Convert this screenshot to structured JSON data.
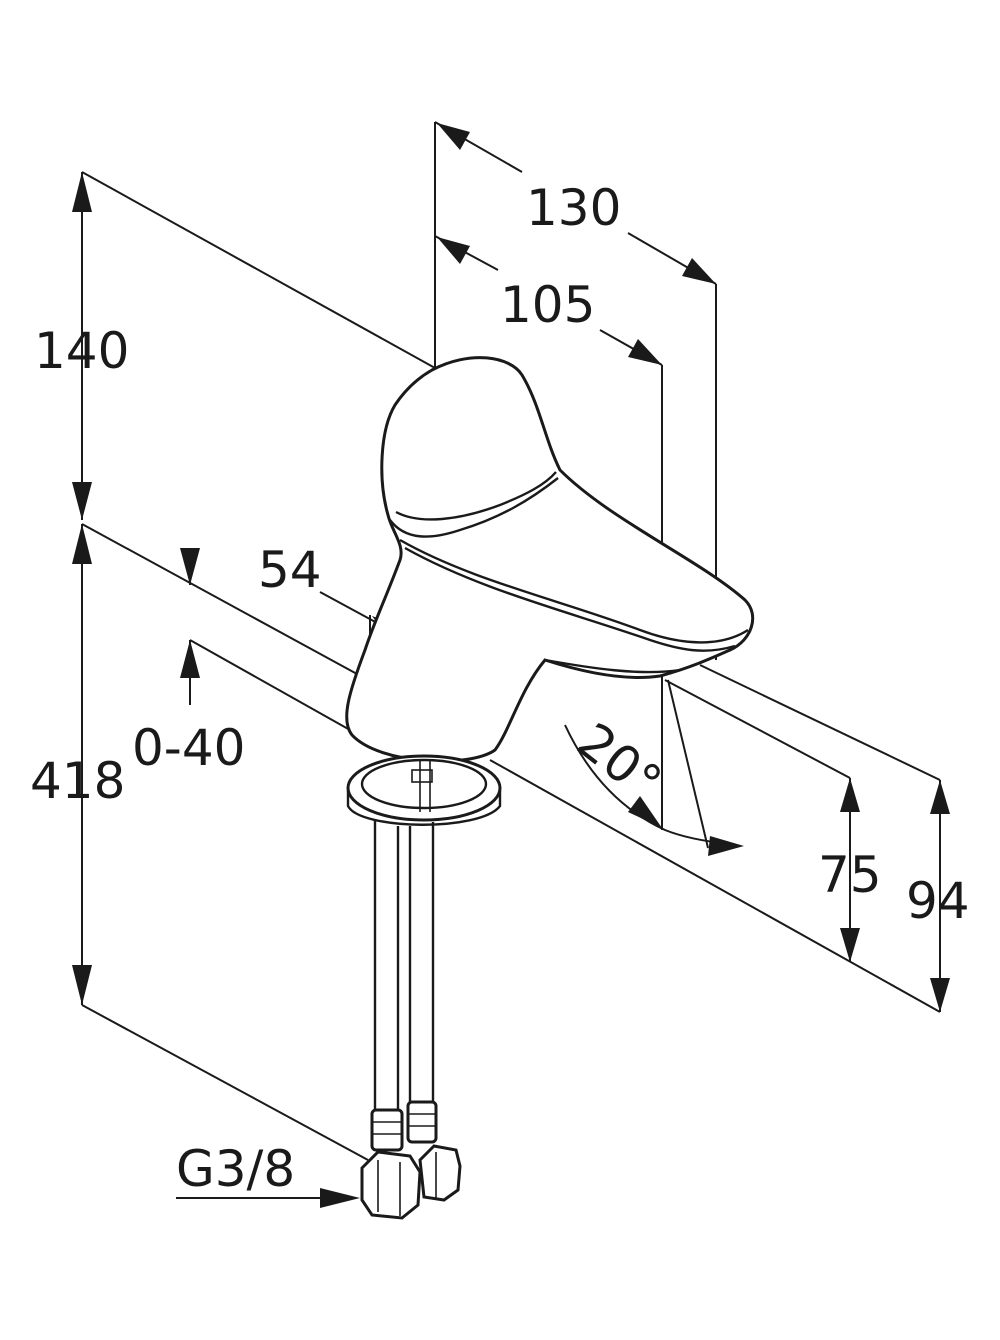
{
  "diagram": {
    "stroke_color": "#1a1a1a",
    "background": "#ffffff",
    "dimensions": {
      "width_130": "130",
      "width_105": "105",
      "height_140": "140",
      "base_54": "54",
      "height_418": "418",
      "range_0_40": "0-40",
      "angle_20": "20°",
      "height_75": "75",
      "height_94": "94",
      "thread_g38": "G3/8"
    }
  }
}
